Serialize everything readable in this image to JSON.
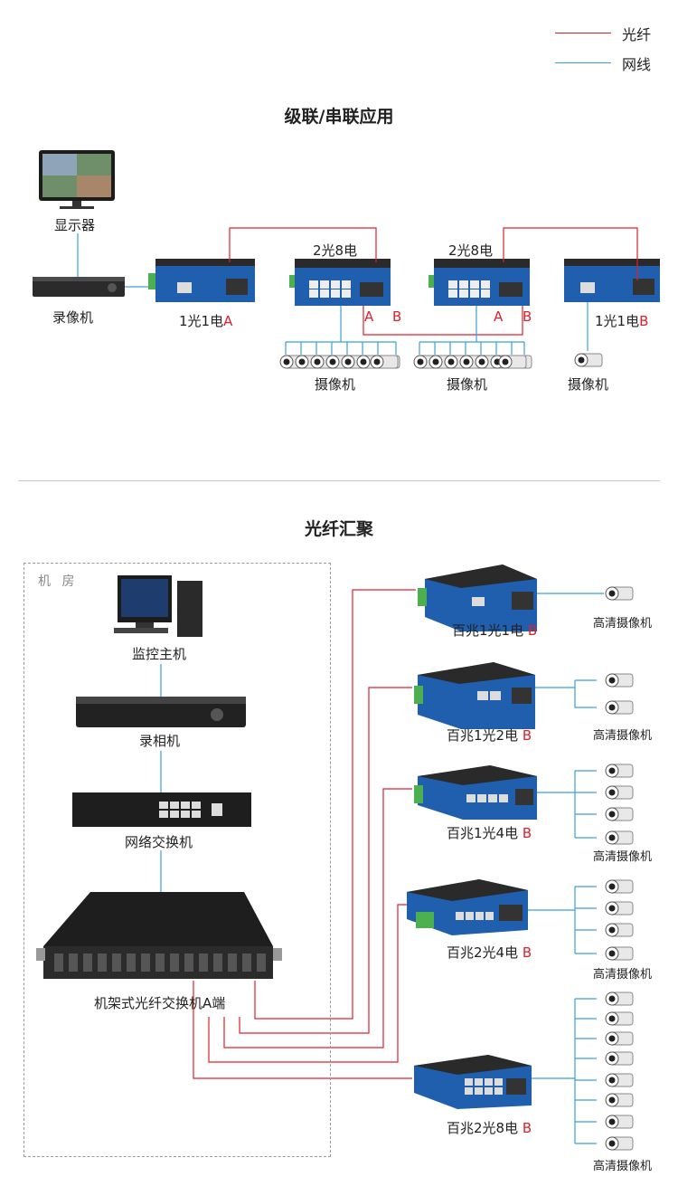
{
  "legend": {
    "fiber": "光纤",
    "network": "网线",
    "fiber_color": "#e0212a",
    "network_color": "#3aa0dc"
  },
  "section1": {
    "title": "级联/串联应用",
    "monitor": "显示器",
    "recorder": "录像机",
    "switch_2g8e_1": "2光8电",
    "switch_2g8e_2": "2光8电",
    "conv_a": {
      "text": "1光1电",
      "suffix": "A"
    },
    "conv_b": {
      "text": "1光1电",
      "suffix": "B"
    },
    "sw1_port_a": "A",
    "sw1_port_b": "B",
    "sw2_port_a": "A",
    "sw2_port_b": "B",
    "cameras_1": "摄像机",
    "cameras_2": "摄像机",
    "camera_3": "摄像机"
  },
  "section2": {
    "title": "光纤汇聚",
    "room": "机 房",
    "host": "监控主机",
    "recorder": "录相机",
    "network_switch": "网络交换机",
    "rack": "机架式光纤交换机A端",
    "devices": [
      {
        "name": "百兆1光1电",
        "suffix": "B",
        "camera_label": "高清摄像机"
      },
      {
        "name": "百兆1光2电",
        "suffix": "B",
        "camera_label": "高清摄像机"
      },
      {
        "name": "百兆1光4电",
        "suffix": "B",
        "camera_label": "高清摄像机"
      },
      {
        "name": "百兆2光4电",
        "suffix": "B",
        "camera_label": "高清摄像机"
      },
      {
        "name": "百兆2光8电",
        "suffix": "B",
        "camera_label": "高清摄像机"
      }
    ]
  }
}
